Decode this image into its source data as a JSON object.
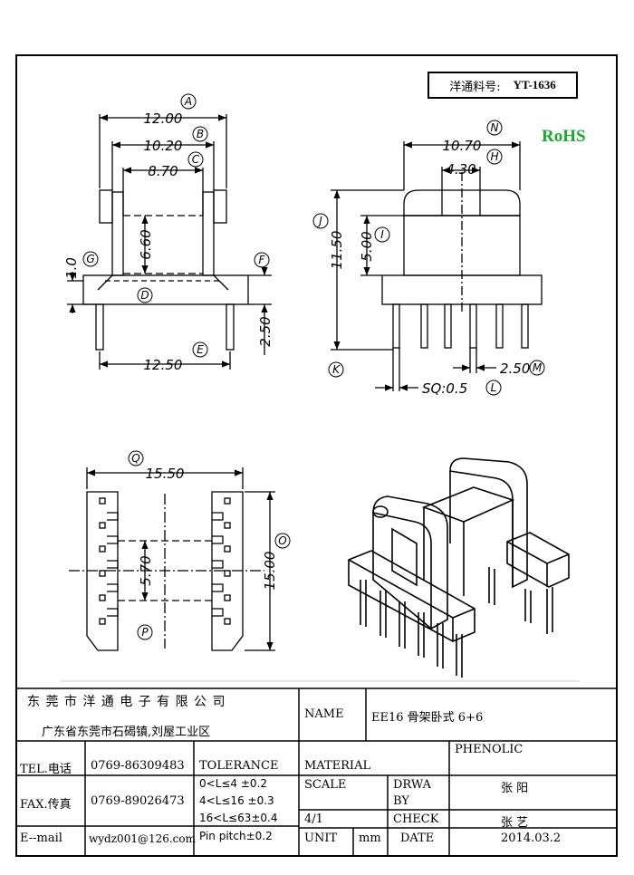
{
  "part_number": {
    "label": "洋通料号:",
    "value": "YT-1636"
  },
  "rohs": "RoHS",
  "dimensions": {
    "A": "12.00",
    "B": "10.20",
    "C": "8.70",
    "D_height": "6.60",
    "E": "12.50",
    "F": "2.50",
    "G": "1.0",
    "N": "10.70",
    "H": "4.30",
    "J": "11.50",
    "I": "5.00",
    "M": "2.50",
    "L": "SQ:0.5",
    "Q": "15.50",
    "P": "5.70",
    "O": "15.00"
  },
  "labels": [
    "A",
    "B",
    "C",
    "D",
    "E",
    "F",
    "G",
    "H",
    "I",
    "J",
    "K",
    "L",
    "M",
    "N",
    "O",
    "P",
    "Q"
  ],
  "title_block": {
    "company": "东 莞 市 洋 通 电 子 有 限 公 司",
    "address": "广东省东莞市石碣镇,刘屋工业区",
    "name_label": "NAME",
    "name_value": "EE16 骨架卧式 6+6",
    "tel_label": "TEL.电话",
    "tel_value": "0769-86309483",
    "fax_label": "FAX.传真",
    "fax_value": "0769-89026473",
    "email_label": "E--mail",
    "email_value": "wydz001@126.com",
    "tolerance_label": "TOLERANCE",
    "tolerance_rows": [
      "0<L≤4   ±0.2",
      "4<L≤16  ±0.3",
      "16<L≤63±0.4",
      "Pin pitch±0.2"
    ],
    "material_label": "MATERIAL",
    "material_value": "PHENOLIC",
    "scale_label": "SCALE",
    "scale_value": "4/1",
    "drawn_label_1": "DRWA",
    "drawn_label_2": "BY",
    "drawn_value": "张  阳",
    "check_label": "CHECK",
    "check_value": "张  艺",
    "unit_label": "UNIT",
    "unit_value": "mm",
    "date_label": "DATE",
    "date_value": "2014.03.2"
  }
}
